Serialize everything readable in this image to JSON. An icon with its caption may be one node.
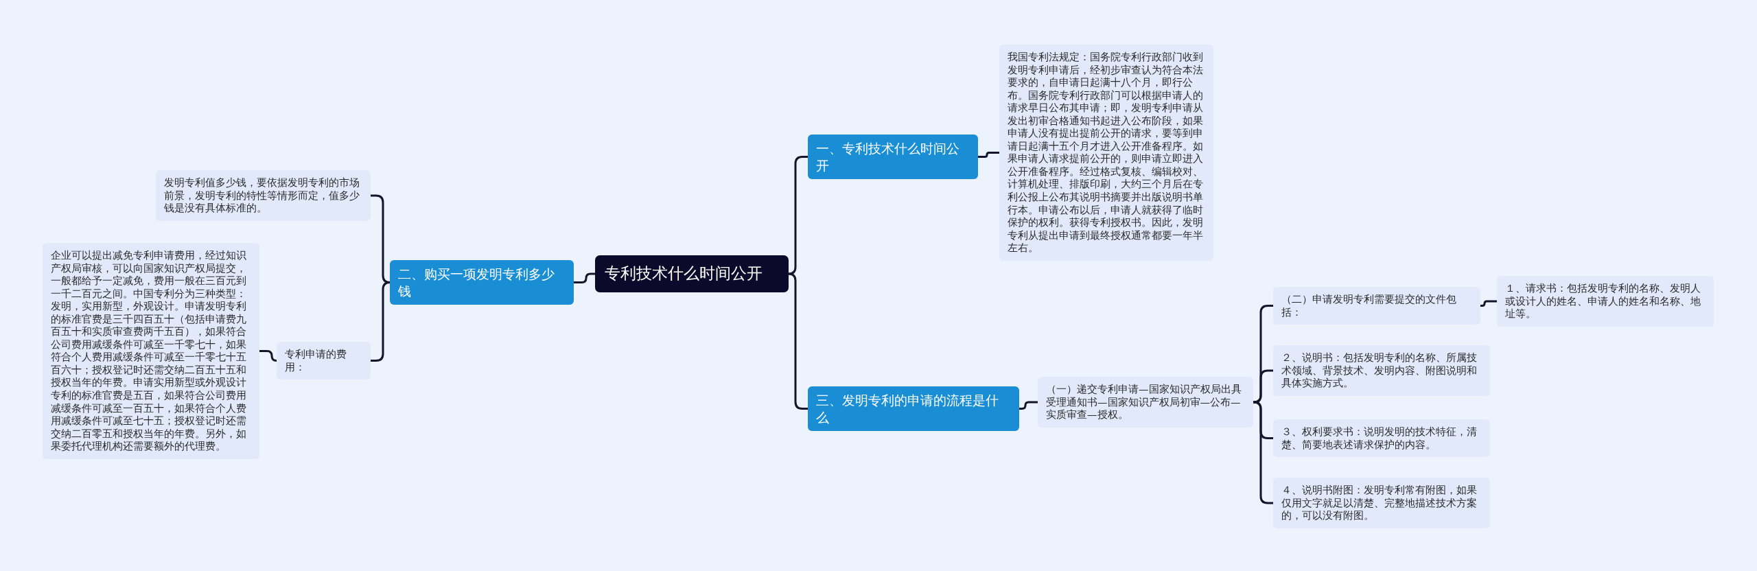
{
  "diagram": {
    "nodes": [
      {
        "text": [
          "专利技术什么时间公开"
        ]
      },
      {
        "text": [
          "一、专利技术什么时间公开"
        ]
      },
      {
        "text": [
          "我国专利法规定：国务院专利行政部门收到发明专利申请后，经初步审查认为符合本法要求的，自申请日起满十八个月，即行公布。国务院专利行政部门可以根据申请人的请求早日公布其申请；即，发明专利申请从发出初审合格通知书起进入公布阶段，如果申请人没有提出提前公开的请求，要等到申请日起满十五个月才进入公开准备程序。如果申请人请求提前公开的，则申请立即进入公开准备程序。经过格式复核、编辑校对、计算机处理、排版印刷，大约三个月后在专利公报上公布其说明书摘要并出版说明书单行本。申请公布以后，申请人就获得了临时保护的权利。获得专利授权书。因此，发明专利从提出申请到最终授权通常都要一年半左右。"
        ]
      },
      {
        "text": [
          "二、购买一项发明专利多少钱"
        ]
      },
      {
        "text": [
          "发明专利值多少钱，要依据发明专利的市场前景，发明专利的特性等情形而定，值多少钱是没有具体标准的。"
        ]
      },
      {
        "text": [
          "专利申请的费用："
        ]
      },
      {
        "text": [
          "企业可以提出减免专利申请费用，经过知识产权局审核，可以向国家知识产权局提交，一般都给予一定减免，费用一般在三百元到一千二百元之间。中国专利分为三种类型：发明，实用新型，外观设计。申请发明专利的标准官费是三千四百五十（包括申请费九百五十和实质审查费两千五百），如果符合公司费用减缓条件可减至一千零七十，如果符合个人费用减缓条件可减至一千零七十五百六十；授权登记时还需交纳二百五十五和授权当年的年费。申请实用新型或外观设计专利的标准官费是五百，如果符合公司费用减缓条件可减至一百五十，如果符合个人费用减缓条件可减至七十五；授权登记时还需交纳二百零五和授权当年的年费。另外，如果委托代理机构还需要额外的代理费。"
        ]
      },
      {
        "text": [
          "三、发明专利的申请的流程是什么"
        ]
      },
      {
        "text": [
          "（一）递交专利申请—国家知识产权局出具受理通知书—国家知识产权局初审—公布—实质审查—授权。"
        ]
      },
      {
        "text": [
          "（二）申请发明专利需要提交的文件包括："
        ]
      },
      {
        "text": [
          "１、请求书：包括发明专利的名称、发明人或设计人的姓名、申请人的姓名和名称、地址等。"
        ]
      },
      {
        "text": [
          "２、说明书：包括发明专利的名称、所属技术领域、背景技术、发明内容、附图说明和具体实施方式。"
        ]
      },
      {
        "text": [
          "３、权利要求书：说明发明的技术特征，清楚、简要地表述请求保护的内容。"
        ]
      },
      {
        "text": [
          "４、说明书附图：发明专利常有附图，如果仅用文字就足以清楚、完整地描述技术方案的，可以没有附图。"
        ]
      }
    ],
    "edges": [
      {
        "from": 0,
        "to": 1,
        "arrow": "none"
      },
      {
        "from": 1,
        "to": 2,
        "arrow": "none"
      },
      {
        "from": 0,
        "to": 3,
        "arrow": "none"
      },
      {
        "from": 3,
        "to": 4,
        "arrow": "none"
      },
      {
        "from": 3,
        "to": 5,
        "arrow": "none"
      },
      {
        "from": 5,
        "to": 6,
        "arrow": "none"
      },
      {
        "from": 0,
        "to": 7,
        "arrow": "none"
      },
      {
        "from": 7,
        "to": 8,
        "arrow": "none"
      },
      {
        "from": 8,
        "to": 9,
        "arrow": "none"
      },
      {
        "from": 9,
        "to": 10,
        "arrow": "none"
      },
      {
        "from": 8,
        "to": 11,
        "arrow": "none"
      },
      {
        "from": 8,
        "to": 12,
        "arrow": "none"
      },
      {
        "from": 8,
        "to": 13,
        "arrow": "none"
      }
    ]
  }
}
